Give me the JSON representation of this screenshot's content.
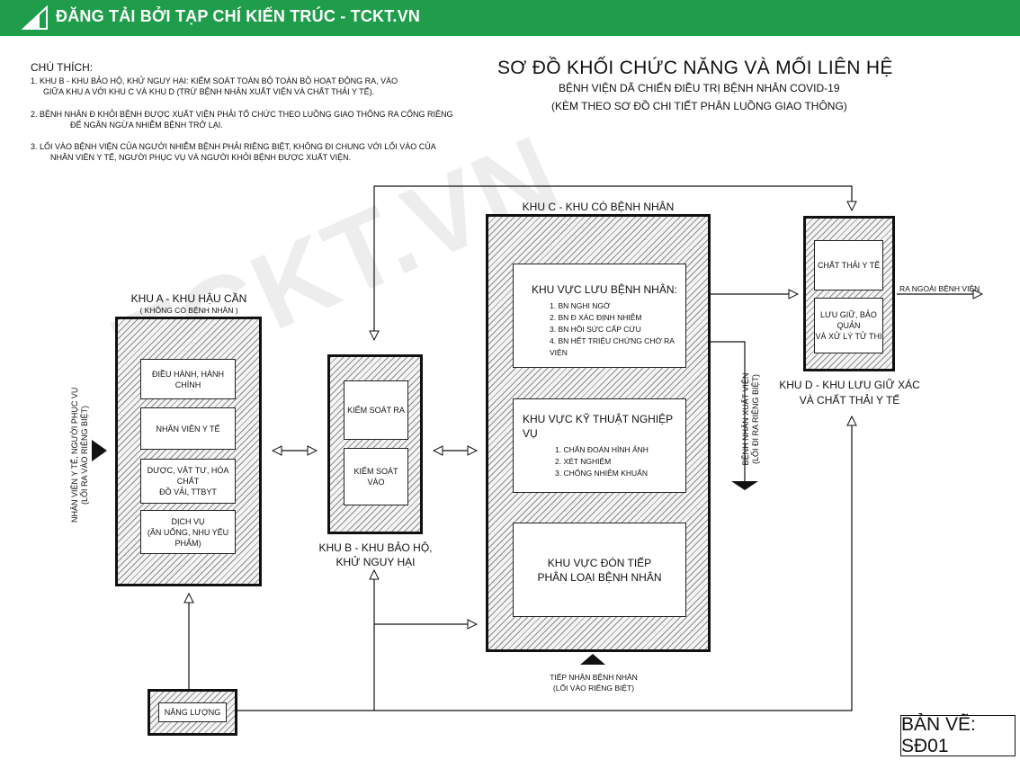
{
  "banner": {
    "text": "ĐĂNG TẢI BỞI TẠP CHÍ KIẾN TRÚC - TCKT.VN"
  },
  "watermark": "TCKT.VN",
  "notes": {
    "title": "CHÚ THÍCH:",
    "items": [
      [
        "1. KHU B - KHU BẢO HỘ, KHỬ NGUY HẠI:  KIỂM SOÁT TOÀN BỘ TOÀN BỘ HOẠT ĐỘNG RA, VÀO",
        "GIỮA KHU A VỚI KHU C VÀ KHU D  (TRỪ BỆNH NHÂN XUẤT VIỆN VÀ CHẤT THẢI Y TẾ)."
      ],
      [
        "2. BỆNH NHÂN Đ   KHỎI BỆNH ĐƯỢC XUẤT VIỆN PHẢI TỔ CHỨC THEO LUỒNG GIAO THÔNG  RA CỔNG RIÊNG",
        "ĐỂ NGĂN NGỪA NHIỄM BỆNH TRỞ LẠI."
      ],
      [
        "3. LỐI VÀO BỆNH VIỆN CỦA NGƯỜI NHIỄM BỆNH PHẢI RIÊNG BIỆT, KHÔNG ĐI CHUNG VỚI LỐI VÀO CỦA",
        "NHÂN VIÊN Y TẾ, NGƯỜI PHỤC VỤ VÀ NGƯỜI KHỎI BỆNH ĐƯỢC XUẤT VIỆN."
      ]
    ]
  },
  "title": {
    "main": "SƠ ĐỒ KHỐI CHỨC NĂNG VÀ MỐI LIÊN HỆ",
    "sub1": "BỆNH VIỆN DÃ CHIẾN ĐIỀU TRỊ BỆNH NHÂN COVID-19",
    "sub2": "(KÈM THEO SƠ ĐỒ CHI TIẾT PHÂN LUỒNG GIAO THÔNG)"
  },
  "zone_a": {
    "label": "KHU A - KHU HẬU CẦN",
    "sublabel": "( KHÔNG CÓ BỆNH NHÂN )",
    "boxes": [
      "ĐIỀU HÀNH, HÀNH CHÍNH",
      "NHÂN VIÊN Y TẾ",
      "DƯỢC, VẬT TƯ, HÓA CHẤT",
      "ĐỒ VẢI, TTBYT",
      "DỊCH VỤ",
      "(ĂN UỐNG, NHU YẾU PHẨM)"
    ]
  },
  "zone_b": {
    "label1": "KHU B - KHU BẢO HỘ,",
    "label2": "KHỬ NGUY HẠI",
    "boxes": [
      "KIỂM SOÁT RA",
      "KIỂM SOÁT VÀO"
    ]
  },
  "zone_c": {
    "label": "KHU C - KHU CÓ BỆNH NHÂN",
    "area1": {
      "title": "KHU  VỰC LƯU BỆNH NHÂN:",
      "items": [
        "1. BN NGHI NGỜ",
        "2. BN Đ    XÁC ĐỊNH NHIỄM",
        "3. BN HỒI SỨC CẤP CỨU",
        "4. BN HẾT TRIỆU CHỨNG CHỜ RA VIỆN"
      ]
    },
    "area2": {
      "title": "KHU  VỰC KỸ THUẬT NGHIỆP VỤ",
      "items": [
        "1. CHẨN ĐOÁN HÌNH ẢNH",
        "2. XÉT NGHIỆM",
        "3. CHỐNG NHIỄM KHUẨN"
      ]
    },
    "area3": {
      "line1": "KHU  VỰC ĐÓN TIẾP",
      "line2": "PHÂN LOẠI BỆNH NHÂN"
    }
  },
  "zone_d": {
    "label1": "KHU D - KHU LƯU GIỮ XÁC",
    "label2": "VÀ CHẤT THẢI Y TẾ",
    "box1": "CHẤT THẢI Y TẾ",
    "box2_l1": "LƯU GIỮ, BẢO QUẢN",
    "box2_l2": "VÀ XỬ LÝ TỬ THI"
  },
  "energy": "NĂNG LƯỢNG",
  "exit_hospital": "RA NGOÀI BỆNH VIỆN",
  "patient_entry": {
    "line1": "TIẾP NHẬN BỆNH NHÂN",
    "line2": "(LỐI VÀO RIÊNG BIỆT)"
  },
  "discharge": {
    "line1": "BỆNH NHÂN XUẤT VIỆN",
    "line2": "(LỐI ĐI RA RIÊNG BIỆT)"
  },
  "staff_entry": {
    "line1": "NHÂN VIÊN Y TẾ, NGƯỜI PHỤC VỤ",
    "line2": "(LỐI RA VÀO RIÊNG BIỆT)"
  },
  "drawing_no": "BẢN VẼ: SĐ01"
}
